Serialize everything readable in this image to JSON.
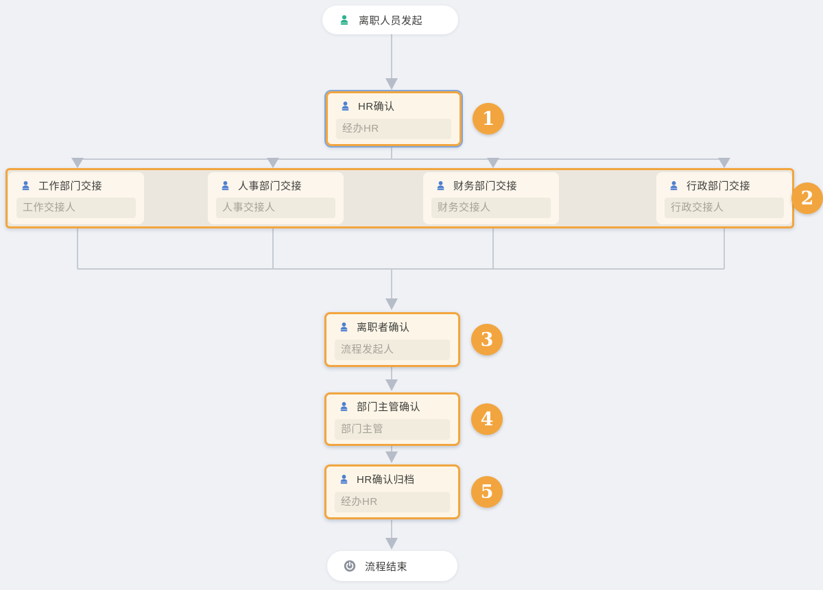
{
  "canvas": {
    "background": "#eff1f5"
  },
  "palette": {
    "accent_orange": "#f2a53e",
    "node_fill": "#fdf6e8",
    "group_fill": "#ece7de",
    "subnode_fill": "#fcf6ec",
    "field_fill": "#f2ecdf",
    "title_color": "#3e3e3c",
    "assignee_color": "#a5a196",
    "line_color": "#c6cad2",
    "arrow_color": "#b7bdc8",
    "user_icon_blue": "#4e7fd0",
    "start_icon_green": "#2cb18e",
    "end_icon_gray": "#8a909a",
    "selected_outline": "#7fa6da",
    "badge_fill": "#f2a53e",
    "badge_text": "#ffffff"
  },
  "flow": {
    "start": {
      "label": "离职人员发起",
      "icon": "user-icon"
    },
    "steps": [
      {
        "number": "1",
        "title": "HR确认",
        "assignee": "经办HR",
        "icon": "user-icon",
        "selected": true
      },
      {
        "number": "2",
        "branches": [
          {
            "title": "工作部门交接",
            "assignee": "工作交接人",
            "icon": "user-icon"
          },
          {
            "title": "人事部门交接",
            "assignee": "人事交接人",
            "icon": "user-icon"
          },
          {
            "title": "财务部门交接",
            "assignee": "财务交接人",
            "icon": "user-icon"
          },
          {
            "title": "行政部门交接",
            "assignee": "行政交接人",
            "icon": "user-icon"
          }
        ]
      },
      {
        "number": "3",
        "title": "离职者确认",
        "assignee": "流程发起人",
        "icon": "user-icon"
      },
      {
        "number": "4",
        "title": "部门主管确认",
        "assignee": "部门主管",
        "icon": "user-icon"
      },
      {
        "number": "5",
        "title": "HR确认归档",
        "assignee": "经办HR",
        "icon": "user-icon"
      }
    ],
    "end": {
      "label": "流程结束",
      "icon": "power-icon"
    }
  }
}
